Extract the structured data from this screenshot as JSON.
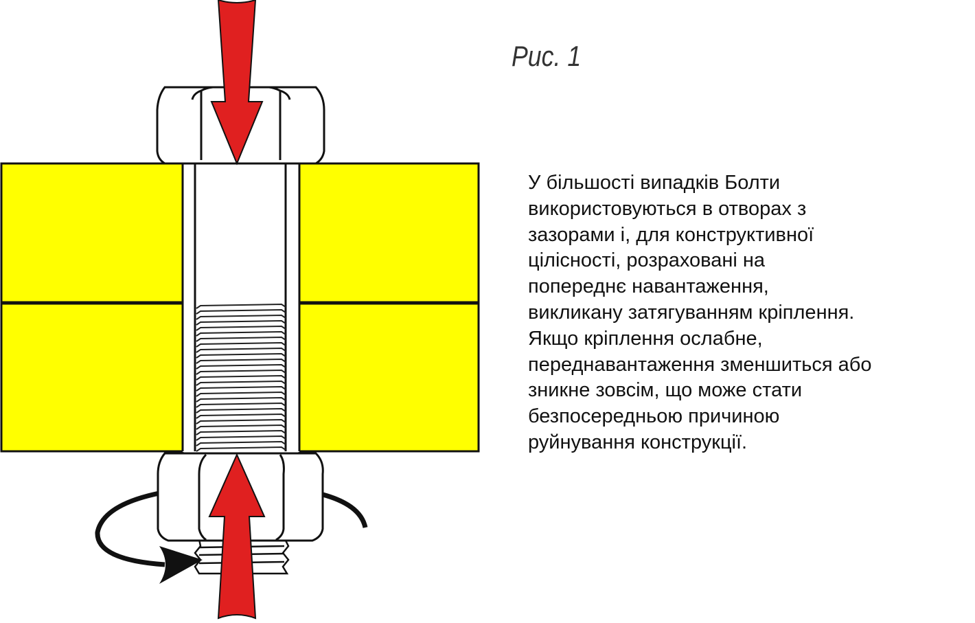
{
  "figure": {
    "caption": "Рис. 1",
    "colors": {
      "plate": "#ffff00",
      "arrow": "#e02020",
      "outline": "#111111"
    }
  },
  "description": {
    "lines": [
      "У більшості випадків Болти",
      "використовуються в отворах з",
      "зазорами і, для конструктивної",
      "цілісності, розраховані на",
      "попереднє навантаження,",
      "викликану затягуванням кріплення.",
      "Якщо кріплення ослабне,",
      "переднавантаження зменшиться або",
      "зникне зовсім, що може стати",
      "безпосередньою причиною",
      "руйнування конструкції."
    ]
  }
}
